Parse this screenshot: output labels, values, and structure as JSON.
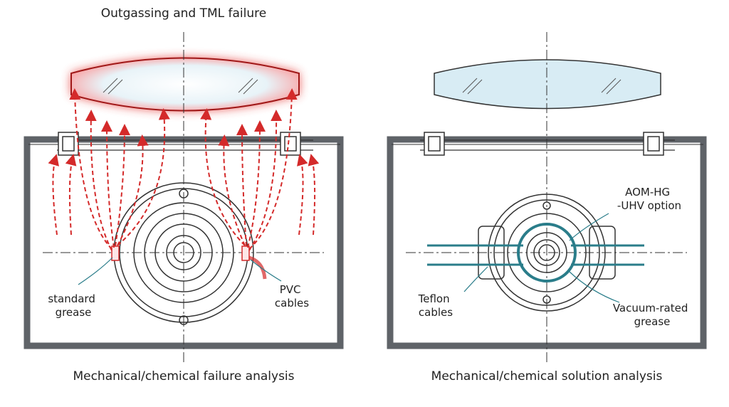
{
  "left_panel": {
    "top_title": "Outgassing and TML failure",
    "caption": "Mechanical/chemical failure analysis",
    "callouts": {
      "grease": [
        "standard",
        "grease"
      ],
      "cables": [
        "PVC",
        "cables"
      ]
    },
    "colors": {
      "outgassing": "#d42a2a",
      "glow": "#e53935"
    }
  },
  "right_panel": {
    "caption": "Mechanical/chemical solution analysis",
    "callouts": {
      "option": [
        "AOM-HG",
        "-UHV option"
      ],
      "cables": [
        "Teflon",
        "cables"
      ],
      "grease": [
        "Vacuum-rated",
        "grease"
      ]
    },
    "colors": {
      "teflon_cable": "#2a7d8a",
      "grease_ring": "#2a7d8a"
    }
  },
  "colors": {
    "housing": "#5f6368",
    "lens_fill": "#d8ecf4",
    "line": "#333333"
  }
}
